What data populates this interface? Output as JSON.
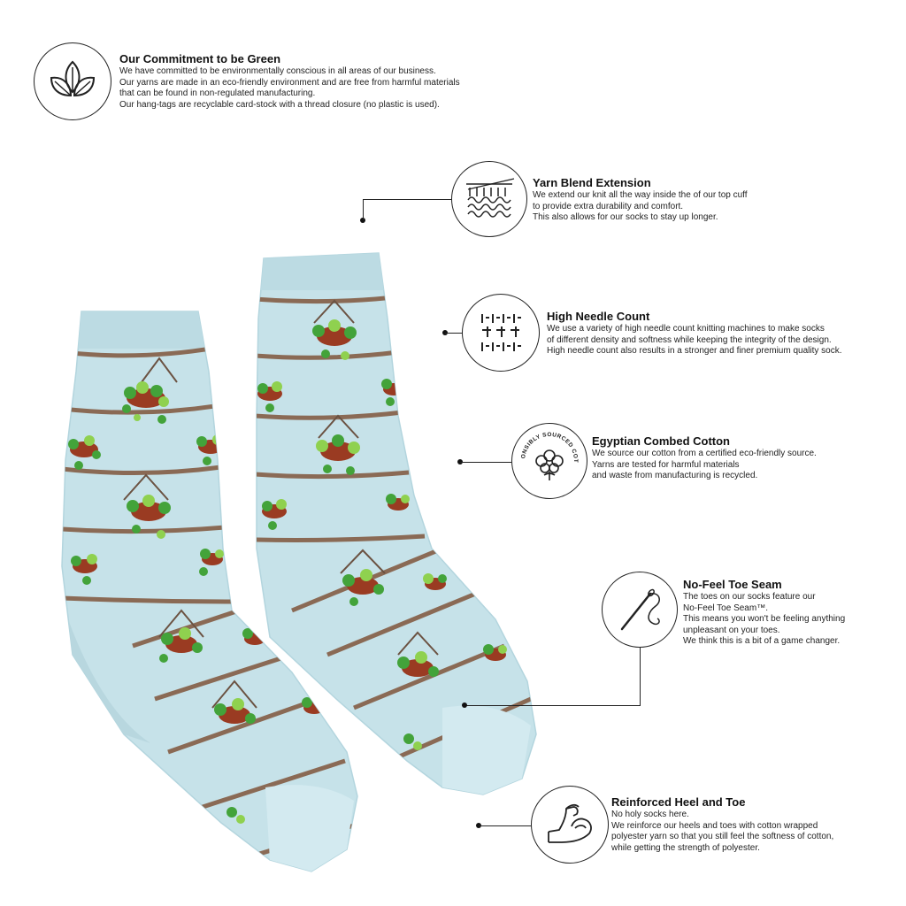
{
  "commitment": {
    "title": "Our Commitment to be Green",
    "lines": [
      "We have committed to be environmentally conscious in all areas of our business.",
      "Our yarns are made in an eco-friendly environment and are free from harmful materials",
      "that can be found in non-regulated manufacturing.",
      "Our hang-tags are recyclable card-stock with a thread closure (no plastic is used)."
    ],
    "icon": "leaves-icon"
  },
  "features": [
    {
      "title": "Yarn Blend Extension",
      "lines": [
        "We extend our knit all the way inside the of our top cuff",
        "to provide extra durability and comfort.",
        "This also allows for our socks to stay up longer."
      ],
      "icon": "knit-stitch-icon"
    },
    {
      "title": "High Needle Count",
      "lines": [
        "We use a variety of high needle count knitting machines to make socks",
        "of different density and softness while keeping the integrity of the design.",
        "High needle count also results in a stronger and finer premium quality sock."
      ],
      "icon": "needle-grid-icon"
    },
    {
      "title": "Egyptian Combed Cotton",
      "lines": [
        "We source our cotton from a certified eco-friendly source.",
        "Yarns are tested for harmful materials",
        "and waste from manufacturing is recycled."
      ],
      "icon": "cotton-flower-icon",
      "badge_text": "RESPONSIBLY SOURCED COTTON"
    },
    {
      "title": "No-Feel Toe Seam",
      "lines": [
        "The toes on our socks feature our",
        "No-Feel Toe Seam™.",
        "This means you won't be feeling anything",
        "unpleasant on your toes.",
        "We think this is a bit of a game changer."
      ],
      "icon": "needle-thread-icon"
    },
    {
      "title": "Reinforced Heel and Toe",
      "lines": [
        "No holy socks here.",
        "We reinforce our heels and toes with cotton wrapped",
        "polyester yarn so that you still feel the softness of cotton,",
        "while getting the strength of polyester."
      ],
      "icon": "flexed-arm-icon"
    }
  ],
  "colors": {
    "sock": "#c6e2e9",
    "sock_shade": "#b3d5de",
    "stripe": "#8a6a55",
    "leaf": "#43a33a",
    "leaf_light": "#8fd14f",
    "pot": "#9a3b22",
    "ink": "#222222"
  }
}
